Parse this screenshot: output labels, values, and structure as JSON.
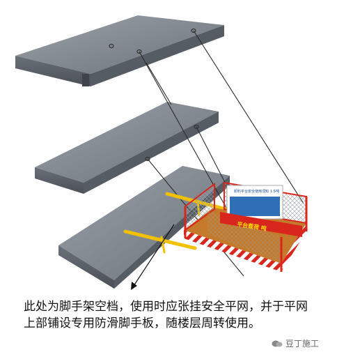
{
  "caption": "此处为脚手架空档，使用时应张挂安全平网，并于平网上部铺设专用防滑脚手板，随楼层周转使用。",
  "platform_sign": {
    "board_title": "卸料平台安全使用须知",
    "board_unit": "1.5吨",
    "banner_text": "平台载荷 吨"
  },
  "watermark": {
    "text": "豆丁施工"
  },
  "colors": {
    "slab_top": "#8a9099",
    "slab_side": "#5f656d",
    "cable": "#2b2b2b",
    "rail_yellow": "#f2c200",
    "rail_red": "#d9261c",
    "mesh": "#b7bcc2",
    "deck": "#c47a2a"
  }
}
